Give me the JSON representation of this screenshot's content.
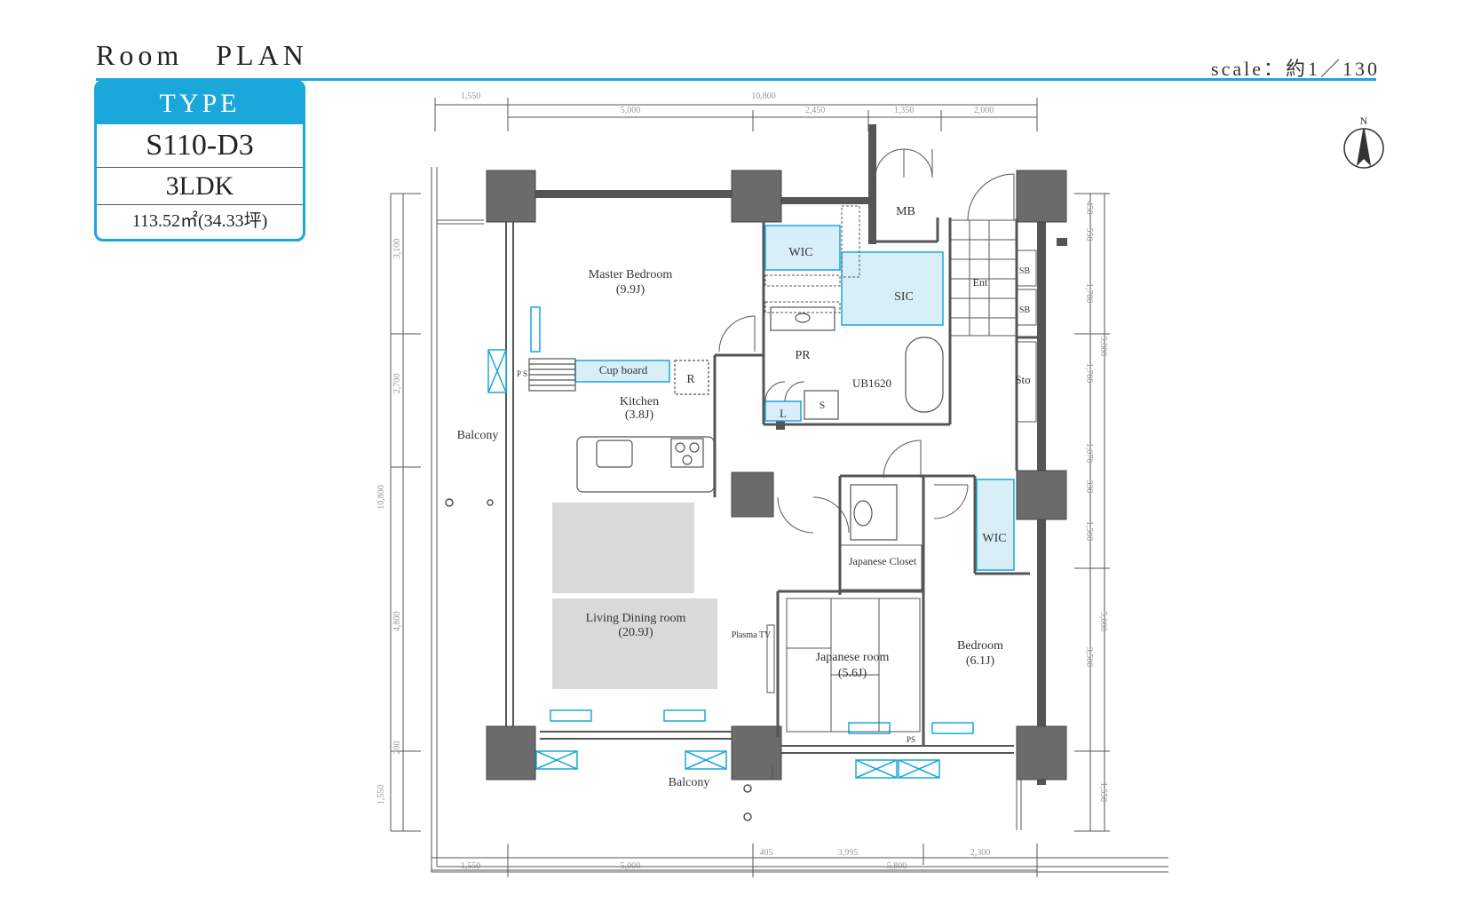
{
  "header": {
    "title": "Room PLAN",
    "scale": "scale：約1／130"
  },
  "type_card": {
    "heading": "TYPE",
    "code": "S110-D3",
    "layout": "3LDK",
    "area": "113.52㎡(34.33坪)"
  },
  "rooms": {
    "master_bedroom": "Master Bedroom",
    "master_bedroom_size": "(9.9J)",
    "wic_top": "WIC",
    "mb": "MB",
    "sic": "SIC",
    "ent": "Ent",
    "sb1": "SB",
    "sb2": "SB",
    "pr": "PR",
    "ub": "UB1620",
    "sto": "Sto",
    "l": "L",
    "s": "S",
    "r": "R",
    "cup_board": "Cup board",
    "ps_left": "P S",
    "kitchen": "Kitchen",
    "kitchen_size": "(3.8J)",
    "balcony_left": "Balcony",
    "balcony_bottom": "Balcony",
    "living": "Living Dining room",
    "living_size": "(20.9J)",
    "plasma_tv": "Plasma TV",
    "japanese_closet": "Japanese Closet",
    "japanese_room": "Japanese room",
    "japanese_room_size": "(5.6J)",
    "wic_right": "WIC",
    "bedroom": "Bedroom",
    "bedroom_size": "(6.1J)",
    "ps_bottom": "PS",
    "north": "N"
  },
  "dimensions": {
    "top_overall": "10,800",
    "top_left": "1,550",
    "top_1": "5,000",
    "top_2": "2,450",
    "top_3": "1,350",
    "top_4": "2,000",
    "left_overall": "10,800",
    "left_1": "3,100",
    "left_2": "2,700",
    "left_3": "4,800",
    "left_4": "200",
    "left_5": "1,550",
    "right_1": "450",
    "right_2": "550",
    "right_3": "1,700",
    "right_4": "1,700",
    "right_5": "1,070",
    "right_6": "330",
    "right_7": "1,500",
    "right_8": "3,500",
    "right_9": "1,550",
    "right_total_a": "5,800",
    "right_total_b": "5,000",
    "bottom_1": "1,550",
    "bottom_2": "5,000",
    "bottom_3": "5,800",
    "bottom_4": "405",
    "bottom_5": "3,995",
    "bottom_6": "2,300"
  },
  "colors": {
    "accent": "#1aa7d9",
    "wall": "#555555",
    "column": "#6b6b6b",
    "storage": "#d8eef8",
    "furniture": "#d9d9d9"
  }
}
